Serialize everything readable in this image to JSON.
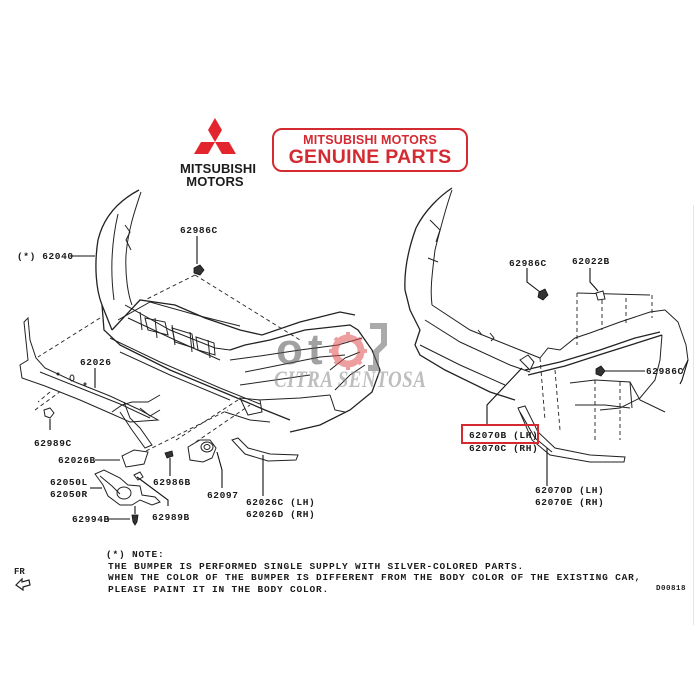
{
  "branding": {
    "logo_line1": "MITSUBISHI",
    "logo_line2": "MOTORS",
    "badge_line1": "MITSUBISHI MOTORS",
    "badge_line2": "GENUINE PARTS",
    "brand_color": "#d42a32"
  },
  "watermark": {
    "mark": "oto",
    "text": "CITRA SENTOSA"
  },
  "front_bumper_labels": {
    "bumper_assembly": "(*) 62040",
    "clip_upper": "62986C",
    "lower_grille": "62026",
    "clip_lower_left": "62989C",
    "cover_plate": "62026B",
    "fog_bezel_l": "62050L",
    "fog_bezel_r": "62050R",
    "screw": "62994B",
    "clip_fog": "62989B",
    "clip_center": "62986B",
    "sensor": "62097",
    "garnish_lh": "62026C (LH)",
    "garnish_rh": "62026D (RH)"
  },
  "rear_bumper_labels": {
    "clip_upper": "62986C",
    "retainer": "62022B",
    "clip_right": "62986C",
    "reflector_lh": "62070B (LH)",
    "reflector_rh": "62070C (RH)",
    "molding_lh": "62070D (LH)",
    "molding_rh": "62070E (RH)"
  },
  "highlighted_part": "62070B (LH)",
  "note": {
    "title": "(*) NOTE:",
    "lines": [
      "THE BUMPER IS PERFORMED SINGLE SUPPLY WITH SILVER-COLORED PARTS.",
      "WHEN THE COLOR OF THE BUMPER IS DIFFERENT FROM THE BODY COLOR OF THE EXISTING CAR,",
      "PLEASE PAINT IT IN THE BODY COLOR."
    ]
  },
  "orientation": {
    "label": "FR",
    "icon": "front-arrow-icon"
  },
  "drawing_code": "D00818"
}
